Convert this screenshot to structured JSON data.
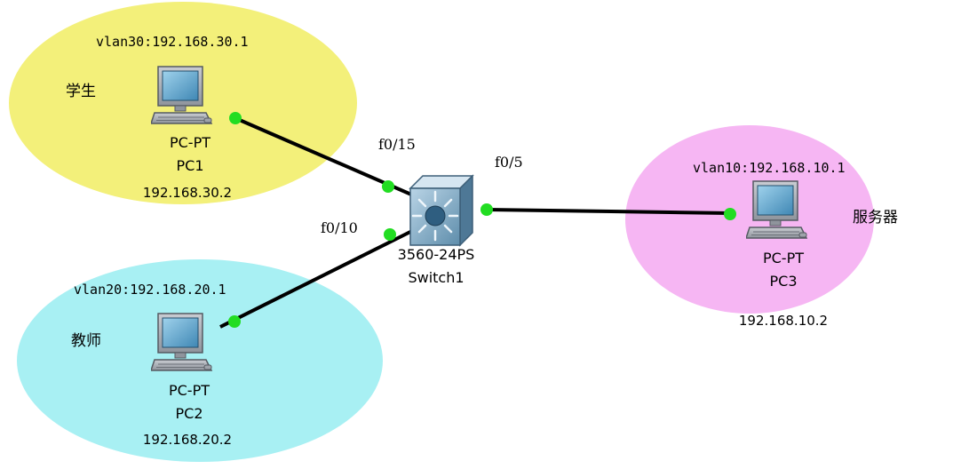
{
  "zones": {
    "student": {
      "name": "学生",
      "color": "#f3f07a",
      "gateway": "vlan30:192.168.30.1"
    },
    "teacher": {
      "name": "教师",
      "color": "#a8f0f3",
      "gateway": "vlan20:192.168.20.1"
    },
    "server": {
      "name": "服务器",
      "color": "#f6b6f3",
      "gateway": "vlan10:192.168.10.1"
    }
  },
  "pcs": {
    "pc1": {
      "type": "PC-PT",
      "name": "PC1",
      "ip": "192.168.30.2"
    },
    "pc2": {
      "type": "PC-PT",
      "name": "PC2",
      "ip": "192.168.20.2"
    },
    "pc3": {
      "type": "PC-PT",
      "name": "PC3",
      "ip": "192.168.10.2"
    }
  },
  "switch": {
    "model": "3560-24PS",
    "name": "Switch1"
  },
  "ports": {
    "pc1_link": "f0/15",
    "pc2_link": "f0/10",
    "pc3_link": "f0/5"
  },
  "icons": {
    "pc": "pc-icon",
    "switch": "multilayer-switch-icon"
  },
  "colors": {
    "link": "#000000",
    "port_led": "#22dd22"
  }
}
